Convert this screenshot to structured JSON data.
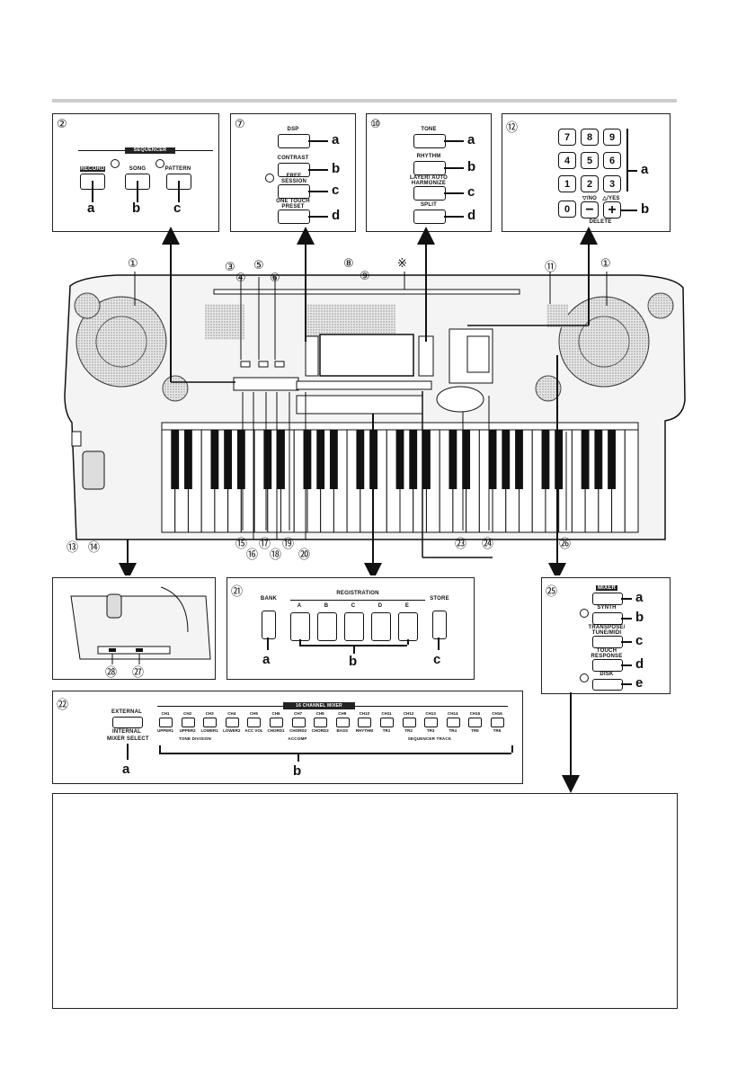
{
  "panel_sequencer": {
    "num": "②",
    "group_label": "SEQUENCER",
    "buttons": [
      {
        "label": "RECORD",
        "letter": "a"
      },
      {
        "label": "SONG",
        "letter": "b"
      },
      {
        "label": "PATTERN",
        "letter": "c"
      }
    ]
  },
  "panel_dsp": {
    "num": "⑦",
    "buttons": [
      {
        "label": "DSP",
        "letter": "a"
      },
      {
        "label": "CONTRAST",
        "letter": "b"
      },
      {
        "label": "FREE SESSION",
        "letter": "c"
      },
      {
        "label": "ONE TOUCH PRESET",
        "letter": "d"
      }
    ]
  },
  "panel_tone": {
    "num": "⑩",
    "buttons": [
      {
        "label": "TONE",
        "letter": "a"
      },
      {
        "label": "RHYTHM",
        "letter": "b"
      },
      {
        "label": "LAYER/ AUTO HARMONIZE",
        "letter": "c"
      },
      {
        "label": "SPLIT",
        "letter": "d"
      }
    ]
  },
  "panel_numpad": {
    "num": "⑫",
    "keys": [
      "7",
      "8",
      "9",
      "4",
      "5",
      "6",
      "1",
      "2",
      "3",
      "0"
    ],
    "minus": "−",
    "plus": "+",
    "no_label": "▽/NO",
    "yes_label": "△/YES",
    "delete_label": "DELETE",
    "letter_a": "a",
    "letter_b": "b"
  },
  "main": {
    "callouts_top": [
      "①",
      "③",
      "④",
      "⑤",
      "⑥",
      "⑧",
      "⑨",
      "※",
      "⑪",
      "①"
    ],
    "callouts_bottom": [
      "⑬",
      "⑭",
      "⑮",
      "⑯",
      "⑰",
      "⑱",
      "⑲",
      "⑳",
      "㉓",
      "㉔",
      "㉖"
    ]
  },
  "panel_slot": {
    "callouts": [
      "㉘",
      "㉗"
    ]
  },
  "panel_registration": {
    "num": "㉑",
    "title": "REGISTRATION",
    "labels": [
      "BANK",
      "A",
      "B",
      "C",
      "D",
      "E",
      "STORE"
    ],
    "letters": [
      "a",
      "b",
      "c"
    ]
  },
  "panel_synth": {
    "num": "㉕",
    "buttons": [
      {
        "label": "MIXER",
        "letter": "a"
      },
      {
        "label": "SYNTH",
        "letter": "b"
      },
      {
        "label": "TRANSPOSE/ TUNE/MIDI",
        "letter": "c"
      },
      {
        "label": "TOUCH RESPONSE",
        "letter": "d"
      },
      {
        "label": "DISK",
        "letter": "e"
      }
    ]
  },
  "panel_mixer": {
    "num": "㉒",
    "title": "16 CHANNEL MIXER",
    "ext_label": "EXTERNAL",
    "int_label": "INTERNAL",
    "select_label": "MIXER SELECT",
    "channels": [
      "CH1",
      "CH2",
      "CH3",
      "CH4",
      "CH5",
      "CH6",
      "CH7",
      "CH8",
      "CH9",
      "CH10",
      "CH11",
      "CH12",
      "CH13",
      "CH14",
      "CH15",
      "CH16"
    ],
    "parts": [
      "UPPER1",
      "UPPER2",
      "LOWER1",
      "LOWER2",
      "ACC VOL",
      "CHORD1",
      "CHORD2",
      "CHORD3",
      "BASS",
      "RHYTHM",
      "TR1",
      "TR2",
      "TR3",
      "TR4",
      "TR5",
      "TR6"
    ],
    "group_tone": "TONE DIVISION",
    "group_accomp": "ACCOMP",
    "group_seq": "SEQUENCER TRACK",
    "letter_a": "a",
    "letter_b": "b"
  },
  "notes_box": {}
}
